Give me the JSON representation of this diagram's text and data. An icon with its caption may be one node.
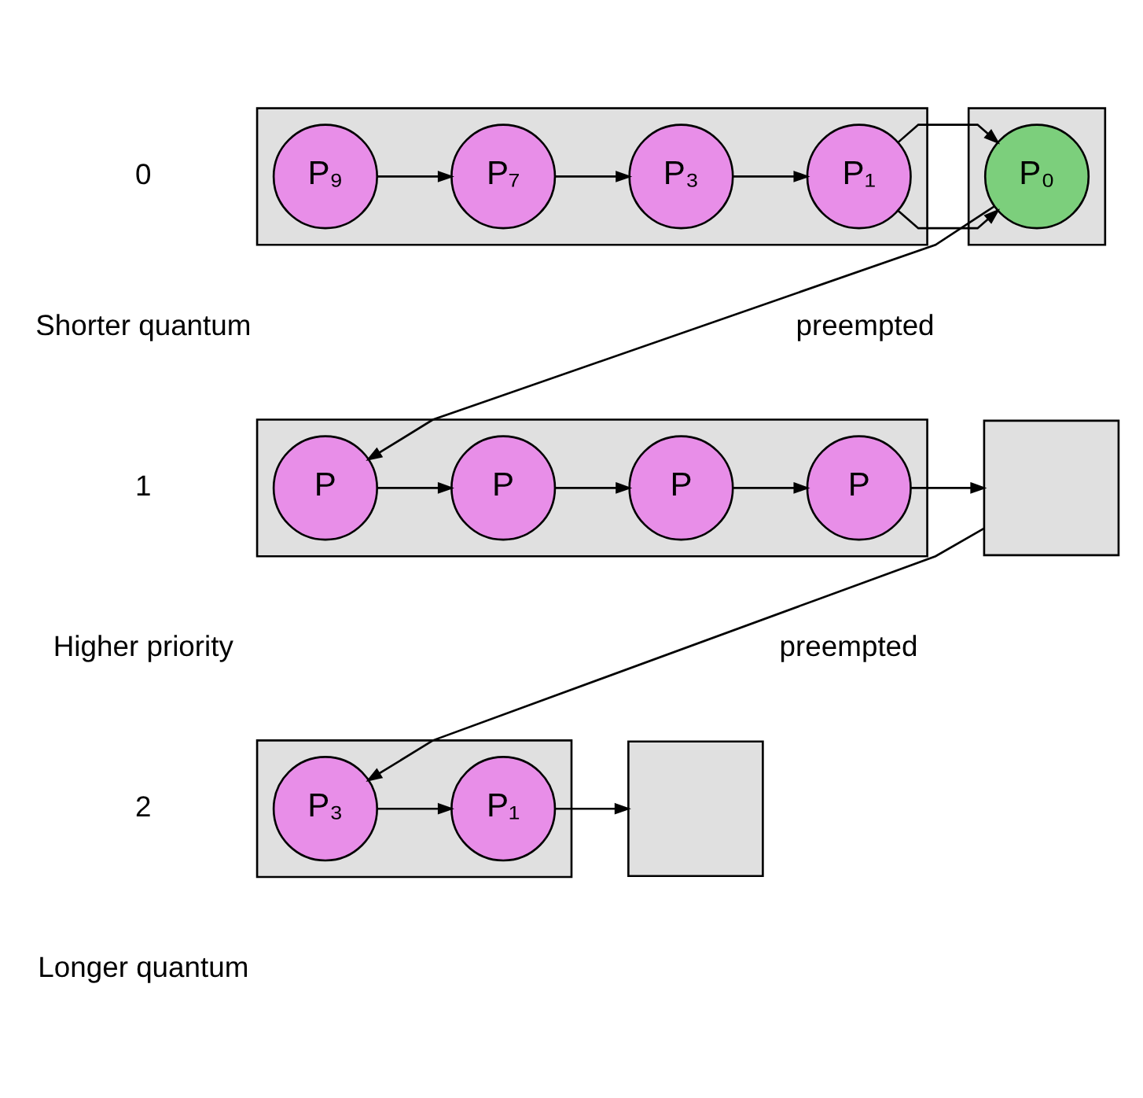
{
  "diagram": {
    "nodes": [
      {
        "text": [],
        "shape": "box"
      },
      {
        "text": [
          "P₉"
        ],
        "in": 0
      },
      {
        "text": [
          "P₇"
        ],
        "in": 0
      },
      {
        "text": [
          "P₃"
        ],
        "in": 0
      },
      {
        "text": [
          "P₁"
        ],
        "in": 0
      },
      {
        "text": [],
        "shape": "box"
      },
      {
        "text": [
          "P₀"
        ],
        "in": 5
      },
      {
        "text": [],
        "shape": "box"
      },
      {
        "text": [
          "P"
        ],
        "in": 7
      },
      {
        "text": [
          "P"
        ],
        "in": 7
      },
      {
        "text": [
          "P"
        ],
        "in": 7
      },
      {
        "text": [
          "P"
        ],
        "in": 7
      },
      {
        "text": [],
        "shape": "box"
      },
      {
        "text": [],
        "shape": "box"
      },
      {
        "text": [
          "P₃"
        ],
        "in": 13
      },
      {
        "text": [
          "P₁"
        ],
        "in": 13
      },
      {
        "text": [],
        "shape": "box"
      }
    ],
    "edges": [
      {
        "from": 1,
        "to": 2,
        "arrow": "to"
      },
      {
        "from": 2,
        "to": 3,
        "arrow": "to"
      },
      {
        "from": 3,
        "to": 4,
        "arrow": "to"
      },
      {
        "from": 4,
        "to": 6,
        "arrow": "to"
      },
      {
        "from": 6,
        "to": 8,
        "arrow": "to",
        "label": "preempted"
      },
      {
        "from": 8,
        "to": 9,
        "arrow": "to"
      },
      {
        "from": 9,
        "to": 10,
        "arrow": "to"
      },
      {
        "from": 10,
        "to": 11,
        "arrow": "to"
      },
      {
        "from": 11,
        "to": 12,
        "arrow": "to"
      },
      {
        "from": 12,
        "to": 14,
        "arrow": "to",
        "label": "preempted"
      },
      {
        "from": 14,
        "to": 15,
        "arrow": "to"
      },
      {
        "from": 15,
        "to": 16,
        "arrow": "to"
      }
    ],
    "labels": [
      "0",
      "Shorter quantum",
      "1",
      "Higher priority",
      "2",
      "Longer quantum"
    ]
  }
}
